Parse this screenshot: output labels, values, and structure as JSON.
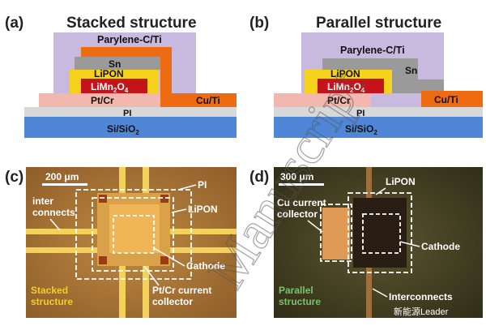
{
  "panel_a": {
    "letter": "(a)",
    "title": "Stacked structure",
    "layers": {
      "parylene": "Parylene-C/Ti",
      "sn": "Sn",
      "lipon": "LiPON",
      "limn_base": "LiMn",
      "limn_sub1": "2",
      "limn_mid": "O",
      "limn_sub2": "4",
      "ptcr": "Pt/Cr",
      "cuti": "Cu/Ti",
      "pi": "PI",
      "substrate_base": "Si/SiO",
      "substrate_sub": "2"
    }
  },
  "panel_b": {
    "letter": "(b)",
    "title": "Parallel structure",
    "layers": {
      "parylene": "Parylene-C/Ti",
      "sn": "Sn",
      "lipon": "LiPON",
      "limn_base": "LiMn",
      "limn_sub1": "2",
      "limn_mid": "O",
      "limn_sub2": "4",
      "ptcr": "Pt/Cr",
      "cuti": "Cu/Ti",
      "pi": "PI",
      "substrate_base": "Si/SiO",
      "substrate_sub": "2"
    }
  },
  "panel_c": {
    "letter": "(c)",
    "scale": "200 μm",
    "labels": {
      "pi": "PI",
      "interconnects_1": "inter",
      "interconnects_2": "connects",
      "lipon": "LiPON",
      "cathode": "Cathode",
      "collector_1": "Pt/Cr current",
      "collector_2": "collector",
      "structure_1": "Stacked",
      "structure_2": "structure"
    }
  },
  "panel_d": {
    "letter": "(d)",
    "scale": "300 μm",
    "labels": {
      "lipon": "LiPON",
      "collector_1": "Cu current",
      "collector_2": "collector",
      "cathode": "Cathode",
      "interconnects": "Interconnects",
      "structure_1": "Parallel",
      "structure_2": "structure"
    }
  },
  "watermark": {
    "text": "Manuscript",
    "source": "新能源Leader"
  },
  "colors": {
    "parylene": "#c8b9de",
    "sn": "#9a9a9a",
    "lipon": "#f7d21c",
    "limn": "#c4131b",
    "ptcr": "#f2b7ae",
    "cuti": "#ee6b12",
    "pi": "#d8d8d8",
    "substrate": "#4f86d6",
    "photo_c_bg": "#b07a38",
    "photo_d_bg": "#4c4626"
  }
}
